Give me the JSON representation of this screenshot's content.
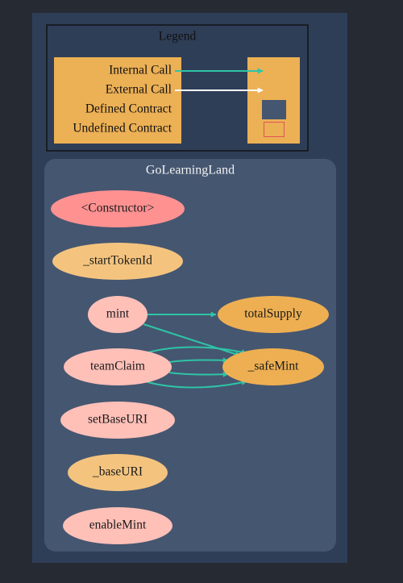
{
  "colors": {
    "page_bg": "#262a33",
    "graph_bg": "#2f3e57",
    "cluster_bg": "#455670",
    "cluster_title": "#f2f2f2",
    "legend_border": "#0c0c0c",
    "legend_panel": "#ecb055",
    "internal_call": "#2ec4a6",
    "external_call": "#ffffff",
    "defined_contract_swatch": "#455670",
    "undefined_contract_swatch": "#e05656",
    "constructor_fill": "#ff9191",
    "public_fill": "#ffc0b8",
    "internal_fill": "#f4c47f",
    "external_fill": "#eeaf52"
  },
  "legend": {
    "title": "Legend",
    "internal_call": "Internal Call",
    "external_call": "External Call",
    "defined_contract": "Defined Contract",
    "undefined_contract": "Undefined Contract"
  },
  "contract": {
    "name": "GoLearningLand"
  },
  "nodes": {
    "constructor": "<Constructor>",
    "start_token_id": "_startTokenId",
    "mint": "mint",
    "team_claim": "teamClaim",
    "set_base_uri": "setBaseURI",
    "base_uri": "_baseURI",
    "enable_mint": "enableMint",
    "total_supply": "totalSupply",
    "safe_mint": "_safeMint"
  },
  "edges": [
    {
      "from": "mint",
      "to": "totalSupply",
      "kind": "internal"
    },
    {
      "from": "mint",
      "to": "_safeMint",
      "kind": "internal"
    },
    {
      "from": "teamClaim",
      "to": "_safeMint",
      "kind": "internal"
    },
    {
      "from": "teamClaim",
      "to": "_safeMint",
      "kind": "internal"
    },
    {
      "from": "teamClaim",
      "to": "_safeMint",
      "kind": "internal"
    },
    {
      "from": "teamClaim",
      "to": "_safeMint",
      "kind": "internal"
    }
  ]
}
